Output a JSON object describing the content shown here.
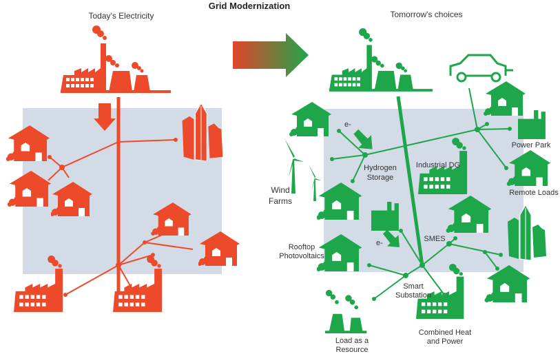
{
  "title": "Grid Modernization",
  "left": {
    "heading": "Today's Electricity",
    "color": "#ec4a2a"
  },
  "right": {
    "heading": "Tomorrow's choices",
    "color": "#1ea64b",
    "labels": {
      "e1": "e-",
      "e2": "e-",
      "hydrogen_1": "Hydrogen",
      "hydrogen_2": "Storage",
      "wind_1": "Wind",
      "wind_2": "Farms",
      "industrial": "Industrial DG",
      "power_park": "Power Park",
      "remote_loads": "Remote Loads",
      "smes": "SMES",
      "rooftop_1": "Rooftop",
      "rooftop_2": "Photovoltaics",
      "smart_1": "Smart",
      "smart_2": "Substation",
      "load_1": "Load as a",
      "load_2": "Resource",
      "chp_1": "Combined Heat",
      "chp_2": "and Power"
    }
  },
  "panel_color": "#d3dbe6",
  "transition_arrow": {
    "from": "#ec4a2a",
    "to": "#1ea64b"
  }
}
